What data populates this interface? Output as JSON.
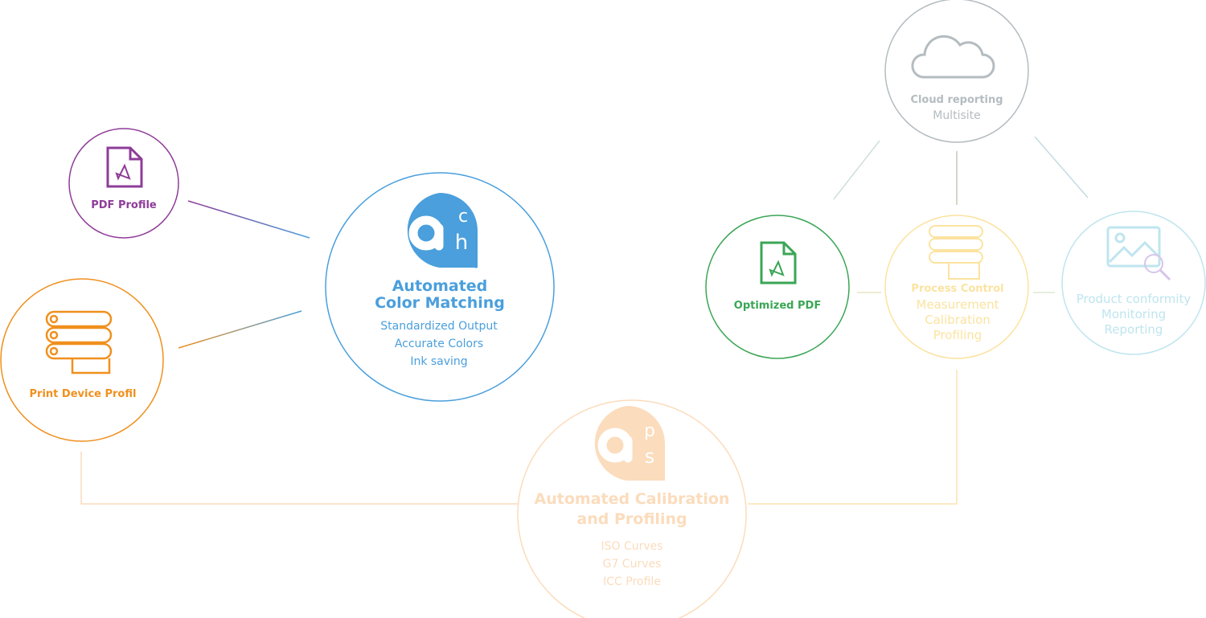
{
  "colors": {
    "pdf": "#8e3c98",
    "print": "#f0901e",
    "acm": "#4a9fdc",
    "opt": "#3aa655",
    "process": "#fbe3a0",
    "product": "#bfe5ef",
    "cloud": "#b4bcc0",
    "aps": "#fbdcbc"
  },
  "nodes": {
    "pdf_profile": {
      "title": "PDF Profile",
      "icon": "pdf-file-icon"
    },
    "print_device": {
      "title": "Print Device Profil",
      "icon": "printer-rolls-icon"
    },
    "acm": {
      "logo": "ach",
      "title1": "Automated",
      "title2": "Color Matching",
      "lines": [
        "Standardized Output",
        "Accurate Colors",
        "Ink saving"
      ]
    },
    "optimized_pdf": {
      "title": "Optimized PDF",
      "icon": "pdf-file-icon"
    },
    "process_control": {
      "title": "Process Control",
      "lines": [
        "Measurement",
        "Calibration",
        "Profiling"
      ],
      "icon": "printer-rolls-icon"
    },
    "product_conformity": {
      "lines": [
        "Product conformity",
        "Monitoring",
        "Reporting"
      ],
      "icon": "image-search-icon"
    },
    "cloud": {
      "title": "Cloud reporting",
      "sub": "Multisite",
      "icon": "cloud-icon"
    },
    "aps": {
      "logo": "aps",
      "title1": "Automated Calibration",
      "title2": "and Profiling",
      "lines": [
        "ISO Curves",
        "G7 Curves",
        "ICC Profile"
      ]
    }
  }
}
